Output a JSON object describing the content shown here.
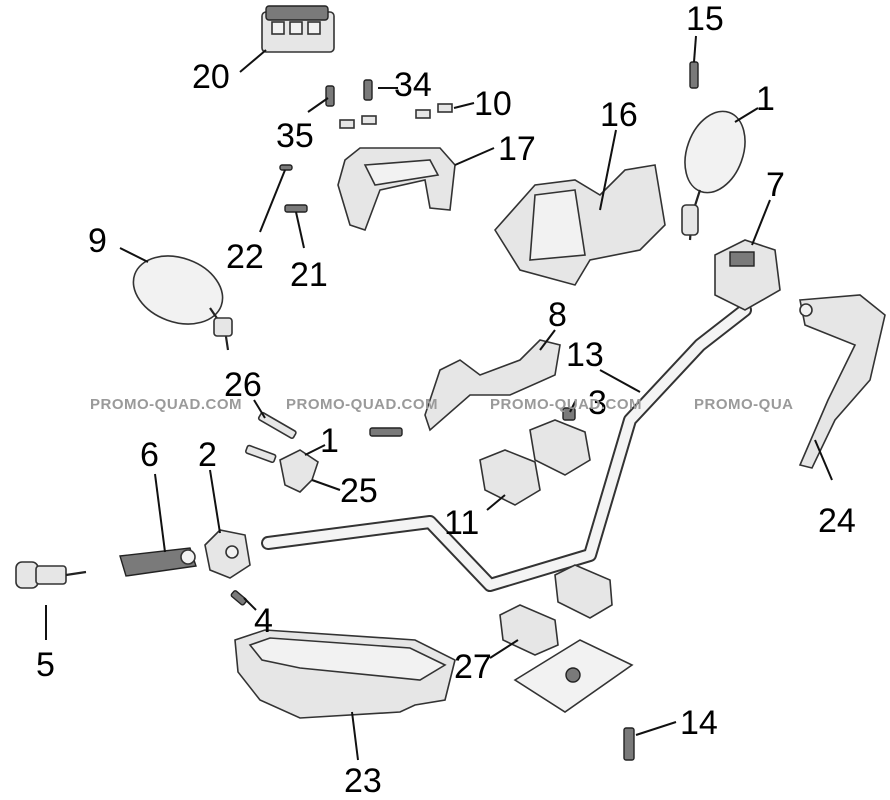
{
  "diagram": {
    "callouts": [
      "1",
      "1",
      "2",
      "3",
      "4",
      "5",
      "6",
      "7",
      "8",
      "9",
      "10",
      "11",
      "13",
      "14",
      "15",
      "16",
      "17",
      "20",
      "21",
      "22",
      "23",
      "24",
      "25",
      "26",
      "27",
      "34",
      "35"
    ],
    "watermark": "PROMO-QUAD.COM",
    "watermark_partial": "PROMO-QUA"
  },
  "colors": {
    "line": "#333333",
    "part_fill": "#e6e6e6",
    "watermark": "#9a9a9a"
  }
}
